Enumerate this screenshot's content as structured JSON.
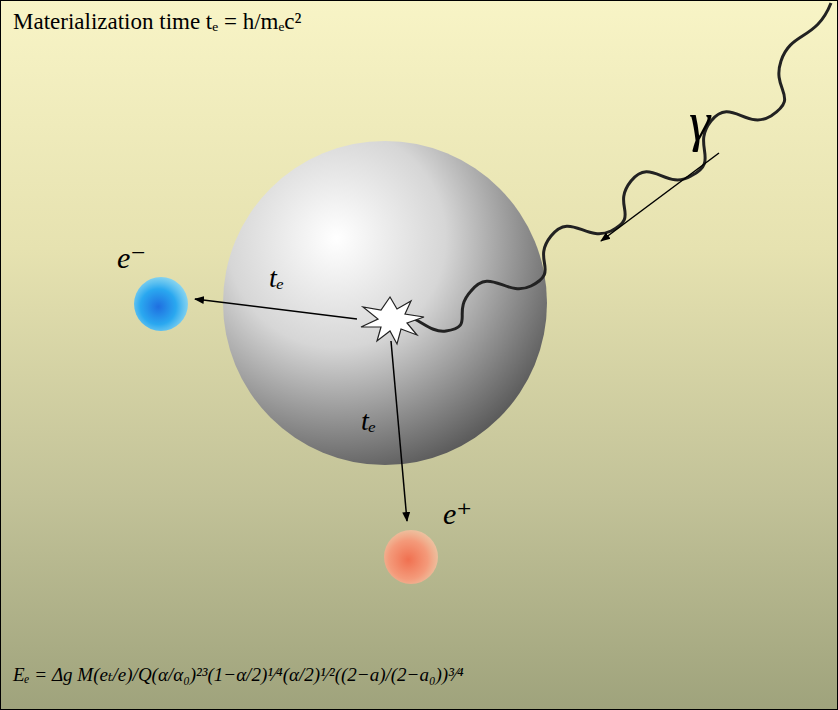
{
  "diagram": {
    "title": "Materialization time tₑ = h/mₑc²",
    "caption": "Eₑ = Δg M(eₜ/e)/Q(α/α₀)²³(1−α/2)¹⁄⁴(α/2)¹⁄²((2−a)/(2−a₀))³⁄⁴",
    "labels": [
      "γ",
      "e⁻",
      "tₑ",
      "tₑ",
      "e⁺"
    ]
  }
}
